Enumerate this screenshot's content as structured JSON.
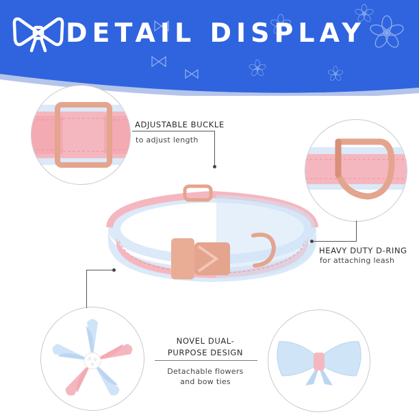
{
  "header": {
    "title": "DETAIL DISPLAY"
  },
  "features": {
    "buckle": {
      "title": "ADJUSTABLE BUCKLE",
      "subtitle": "to adjust length"
    },
    "dring": {
      "title": "HEAVY DUTY D-RING",
      "subtitle": "for attaching leash"
    },
    "design": {
      "title_line1": "NOVEL DUAL-",
      "title_line2": "PURPOSE DESIGN",
      "subtitle_line1": "Detachable flowers",
      "subtitle_line2": "and bow ties"
    }
  },
  "colors": {
    "banner": "#2f64de",
    "pink": "#f5b7bf",
    "light_blue": "#cfe4f7",
    "rose_gold": "#e4a48e",
    "line": "#555555"
  }
}
